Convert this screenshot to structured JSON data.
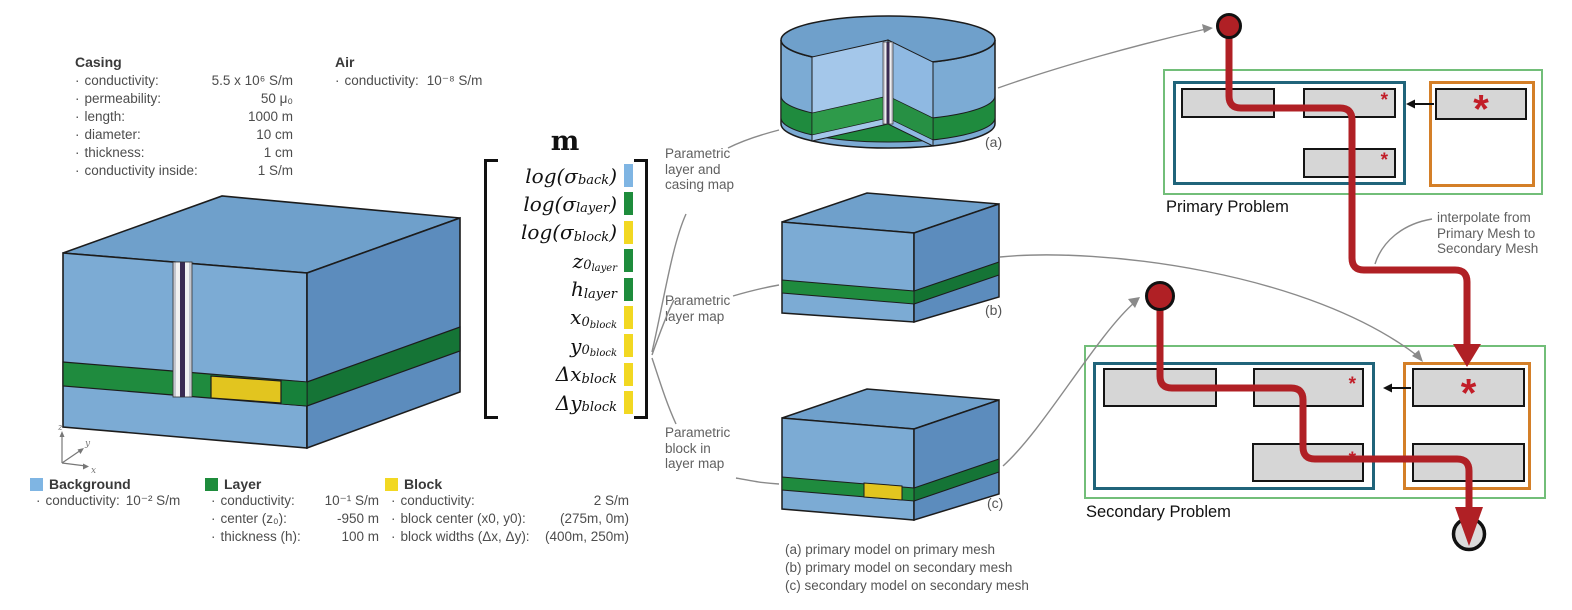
{
  "ui": {
    "bullet": "·"
  },
  "palette": {
    "background_blue": "#7fb5e3",
    "layer_green": "#1e8c3c",
    "block_yellow": "#f2d822",
    "red_path": "#b02025",
    "asterisk_red": "#c21e28",
    "teal_border": "#20647a",
    "orange_border": "#d47f28",
    "green_border": "#72be79",
    "box_gray": "#d6d6d6"
  },
  "casing_panel": {
    "title": "Casing",
    "rows": [
      {
        "label": "conductivity:",
        "value": "5.5 x 10⁶ S/m"
      },
      {
        "label": "permeability:",
        "value": "50 μ₀"
      },
      {
        "label": "length:",
        "value": "1000 m"
      },
      {
        "label": "diameter:",
        "value": "10 cm"
      },
      {
        "label": "thickness:",
        "value": "1 cm"
      },
      {
        "label": "conductivity inside:",
        "value": "1 S/m"
      }
    ]
  },
  "air_panel": {
    "title": "Air",
    "rows": [
      {
        "label": "conductivity:",
        "value": "10⁻⁸ S/m"
      }
    ]
  },
  "legend": {
    "background": {
      "title": "Background",
      "rows": [
        {
          "label": "conductivity:",
          "value": "10⁻² S/m"
        }
      ]
    },
    "layer": {
      "title": "Layer",
      "rows": [
        {
          "label": "conductivity:",
          "value": "10⁻¹ S/m"
        },
        {
          "label": "center (z₀):",
          "value": "-950 m"
        },
        {
          "label": "thickness (h):",
          "value": "100 m"
        }
      ]
    },
    "block": {
      "title": "Block",
      "rows": [
        {
          "label": "conductivity:",
          "value": "2 S/m"
        },
        {
          "label": "block center (x0, y0):",
          "value": "(275m, 0m)"
        },
        {
          "label": "block widths (Δx, Δy):",
          "value": "(400m, 250m)"
        }
      ]
    }
  },
  "mvector": {
    "title": "m",
    "rows": [
      {
        "pre": "log(σ",
        "sub": "back",
        "sub2": "",
        "post": ")",
        "tick": "background_blue"
      },
      {
        "pre": "log(σ",
        "sub": "layer",
        "sub2": "",
        "post": ")",
        "tick": "layer_green"
      },
      {
        "pre": "log(σ",
        "sub": "block",
        "sub2": "",
        "post": ")",
        "tick": "block_yellow"
      },
      {
        "pre": "z",
        "sub": "0",
        "sub2": "layer",
        "post": "",
        "tick": "layer_green"
      },
      {
        "pre": "h",
        "sub": "layer",
        "sub2": "",
        "post": "",
        "tick": "layer_green"
      },
      {
        "pre": "x",
        "sub": "0",
        "sub2": "block",
        "post": "",
        "tick": "block_yellow"
      },
      {
        "pre": "y",
        "sub": "0",
        "sub2": "block",
        "post": "",
        "tick": "block_yellow"
      },
      {
        "pre": "Δx",
        "sub": "block",
        "sub2": "",
        "post": "",
        "tick": "block_yellow"
      },
      {
        "pre": "Δy",
        "sub": "block",
        "sub2": "",
        "post": "",
        "tick": "block_yellow"
      }
    ]
  },
  "map_labels": {
    "a": "Parametric\nlayer and\ncasing map",
    "b": "Parametric\nlayer map",
    "c": "Parametric\nblock in\nlayer map"
  },
  "model_labels": {
    "a": "(a)",
    "b": "(b)",
    "c": "(c)"
  },
  "captions": [
    "(a) primary model on primary mesh",
    "(b) primary model on secondary mesh",
    "(c) secondary model on secondary mesh"
  ],
  "problems": {
    "primary": "Primary Problem",
    "secondary": "Secondary Problem"
  },
  "interpolate_note": "interpolate from\nPrimary Mesh to\nSecondary Mesh",
  "icons": {
    "asterisk": "*"
  },
  "axes": {
    "x": "x",
    "y": "y",
    "z": "z"
  }
}
